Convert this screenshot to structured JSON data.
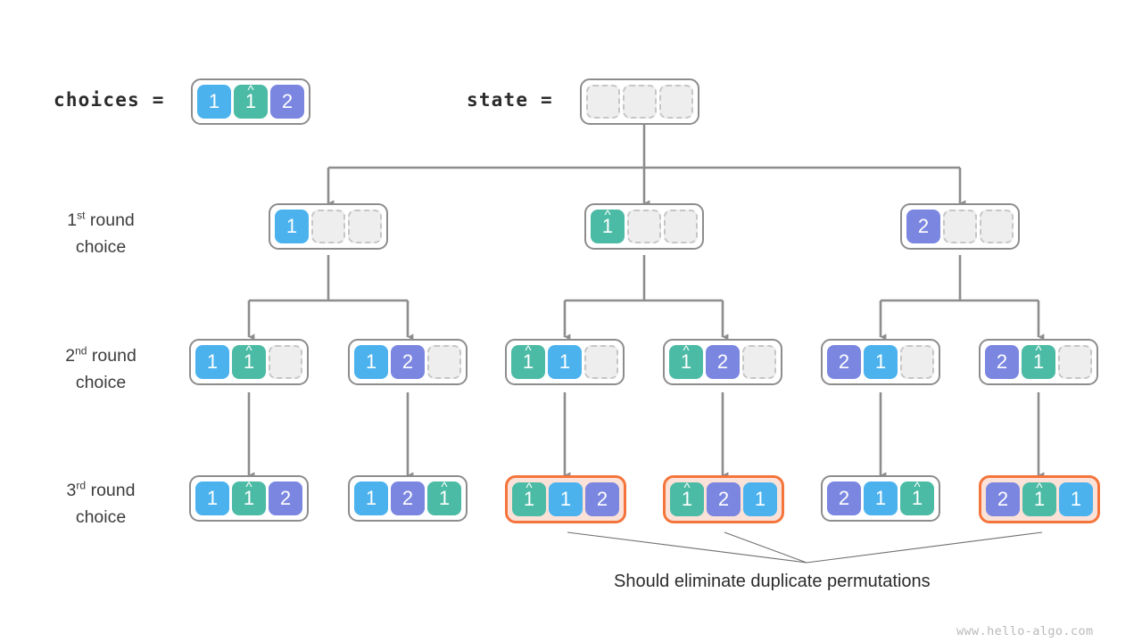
{
  "meta": {
    "caption": "Should eliminate duplicate permutations",
    "watermark": "www.hello-algo.com",
    "colors": {
      "blue": "#4bb2ee",
      "teal": "#4cbba5",
      "purple": "#7b86e0",
      "highlight_border": "#f4743b",
      "highlight_fill": "#fbe2d9",
      "box_border": "#8d8d8d",
      "empty_cell": "#eeeeee",
      "connector": "#8d8d8d",
      "annotation_line": "#6f6f6f"
    }
  },
  "header": {
    "choices_label": "choices =",
    "state_label": "state =",
    "choices_cells": [
      {
        "text": "1",
        "color": "blue",
        "hat": false
      },
      {
        "text": "1",
        "color": "teal",
        "hat": true
      },
      {
        "text": "2",
        "color": "purple",
        "hat": false
      }
    ],
    "state_cells": [
      {
        "text": "",
        "color": "empty",
        "hat": false
      },
      {
        "text": "",
        "color": "empty",
        "hat": false
      },
      {
        "text": "",
        "color": "empty",
        "hat": false
      }
    ]
  },
  "rows": [
    {
      "label_ordinal": "1",
      "label_sup": "st",
      "label_word": " round",
      "label_line2": "choice",
      "nodes": [
        {
          "highlight": false,
          "cells": [
            {
              "text": "1",
              "color": "blue",
              "hat": false
            },
            {
              "text": "",
              "color": "empty",
              "hat": false
            },
            {
              "text": "",
              "color": "empty",
              "hat": false
            }
          ]
        },
        {
          "highlight": false,
          "cells": [
            {
              "text": "1",
              "color": "teal",
              "hat": true
            },
            {
              "text": "",
              "color": "empty",
              "hat": false
            },
            {
              "text": "",
              "color": "empty",
              "hat": false
            }
          ]
        },
        {
          "highlight": false,
          "cells": [
            {
              "text": "2",
              "color": "purple",
              "hat": false
            },
            {
              "text": "",
              "color": "empty",
              "hat": false
            },
            {
              "text": "",
              "color": "empty",
              "hat": false
            }
          ]
        }
      ]
    },
    {
      "label_ordinal": "2",
      "label_sup": "nd",
      "label_word": " round",
      "label_line2": "choice",
      "nodes": [
        {
          "highlight": false,
          "cells": [
            {
              "text": "1",
              "color": "blue",
              "hat": false
            },
            {
              "text": "1",
              "color": "teal",
              "hat": true
            },
            {
              "text": "",
              "color": "empty",
              "hat": false
            }
          ]
        },
        {
          "highlight": false,
          "cells": [
            {
              "text": "1",
              "color": "blue",
              "hat": false
            },
            {
              "text": "2",
              "color": "purple",
              "hat": false
            },
            {
              "text": "",
              "color": "empty",
              "hat": false
            }
          ]
        },
        {
          "highlight": false,
          "cells": [
            {
              "text": "1",
              "color": "teal",
              "hat": true
            },
            {
              "text": "1",
              "color": "blue",
              "hat": false
            },
            {
              "text": "",
              "color": "empty",
              "hat": false
            }
          ]
        },
        {
          "highlight": false,
          "cells": [
            {
              "text": "1",
              "color": "teal",
              "hat": true
            },
            {
              "text": "2",
              "color": "purple",
              "hat": false
            },
            {
              "text": "",
              "color": "empty",
              "hat": false
            }
          ]
        },
        {
          "highlight": false,
          "cells": [
            {
              "text": "2",
              "color": "purple",
              "hat": false
            },
            {
              "text": "1",
              "color": "blue",
              "hat": false
            },
            {
              "text": "",
              "color": "empty",
              "hat": false
            }
          ]
        },
        {
          "highlight": false,
          "cells": [
            {
              "text": "2",
              "color": "purple",
              "hat": false
            },
            {
              "text": "1",
              "color": "teal",
              "hat": true
            },
            {
              "text": "",
              "color": "empty",
              "hat": false
            }
          ]
        }
      ]
    },
    {
      "label_ordinal": "3",
      "label_sup": "rd",
      "label_word": " round",
      "label_line2": "choice",
      "nodes": [
        {
          "highlight": false,
          "cells": [
            {
              "text": "1",
              "color": "blue",
              "hat": false
            },
            {
              "text": "1",
              "color": "teal",
              "hat": true
            },
            {
              "text": "2",
              "color": "purple",
              "hat": false
            }
          ]
        },
        {
          "highlight": false,
          "cells": [
            {
              "text": "1",
              "color": "blue",
              "hat": false
            },
            {
              "text": "2",
              "color": "purple",
              "hat": false
            },
            {
              "text": "1",
              "color": "teal",
              "hat": true
            }
          ]
        },
        {
          "highlight": true,
          "cells": [
            {
              "text": "1",
              "color": "teal",
              "hat": true
            },
            {
              "text": "1",
              "color": "blue",
              "hat": false
            },
            {
              "text": "2",
              "color": "purple",
              "hat": false
            }
          ]
        },
        {
          "highlight": true,
          "cells": [
            {
              "text": "1",
              "color": "teal",
              "hat": true
            },
            {
              "text": "2",
              "color": "purple",
              "hat": false
            },
            {
              "text": "1",
              "color": "blue",
              "hat": false
            }
          ]
        },
        {
          "highlight": false,
          "cells": [
            {
              "text": "2",
              "color": "purple",
              "hat": false
            },
            {
              "text": "1",
              "color": "blue",
              "hat": false
            },
            {
              "text": "1",
              "color": "teal",
              "hat": true
            }
          ]
        },
        {
          "highlight": true,
          "cells": [
            {
              "text": "2",
              "color": "purple",
              "hat": false
            },
            {
              "text": "1",
              "color": "teal",
              "hat": true
            },
            {
              "text": "1",
              "color": "blue",
              "hat": false
            }
          ]
        }
      ]
    }
  ]
}
